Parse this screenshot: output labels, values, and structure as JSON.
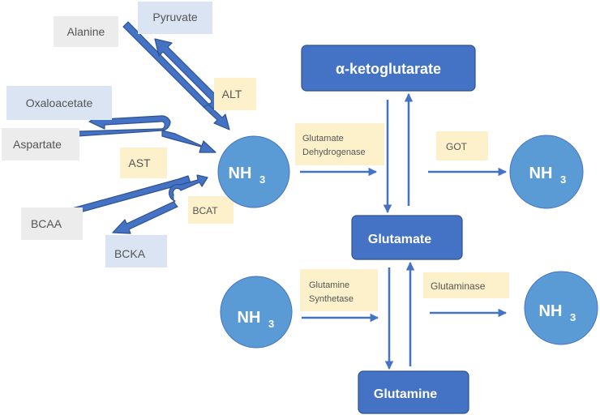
{
  "substrates": {
    "alanine": "Alanine",
    "pyruvate": "Pyruvate",
    "oxaloacetate": "Oxaloacetate",
    "aspartate": "Aspartate",
    "bcaa": "BCAA",
    "bcka": "BCKA"
  },
  "enzymes": {
    "alt": "ALT",
    "ast": "AST",
    "bcat": "BCAT",
    "gdh_line1": "Glutamate",
    "gdh_line2": "Dehydrogenase",
    "got": "GOT",
    "gs_line1": "Glutamine",
    "gs_line2": "Synthetase",
    "glutaminase": "Glutaminase"
  },
  "metabolites": {
    "akg": "α-ketoglutarate",
    "glutamate": "Glutamate",
    "glutamine": "Glutamine"
  },
  "ammonia": {
    "base": "NH",
    "subscript": "3"
  },
  "colors": {
    "node_fill": "#4472c4",
    "circle_fill": "#5b9bd5",
    "substrate_gray": "#ececed",
    "product_blue": "#dbe4f3",
    "enzyme_yellow": "#fdf1cc"
  }
}
